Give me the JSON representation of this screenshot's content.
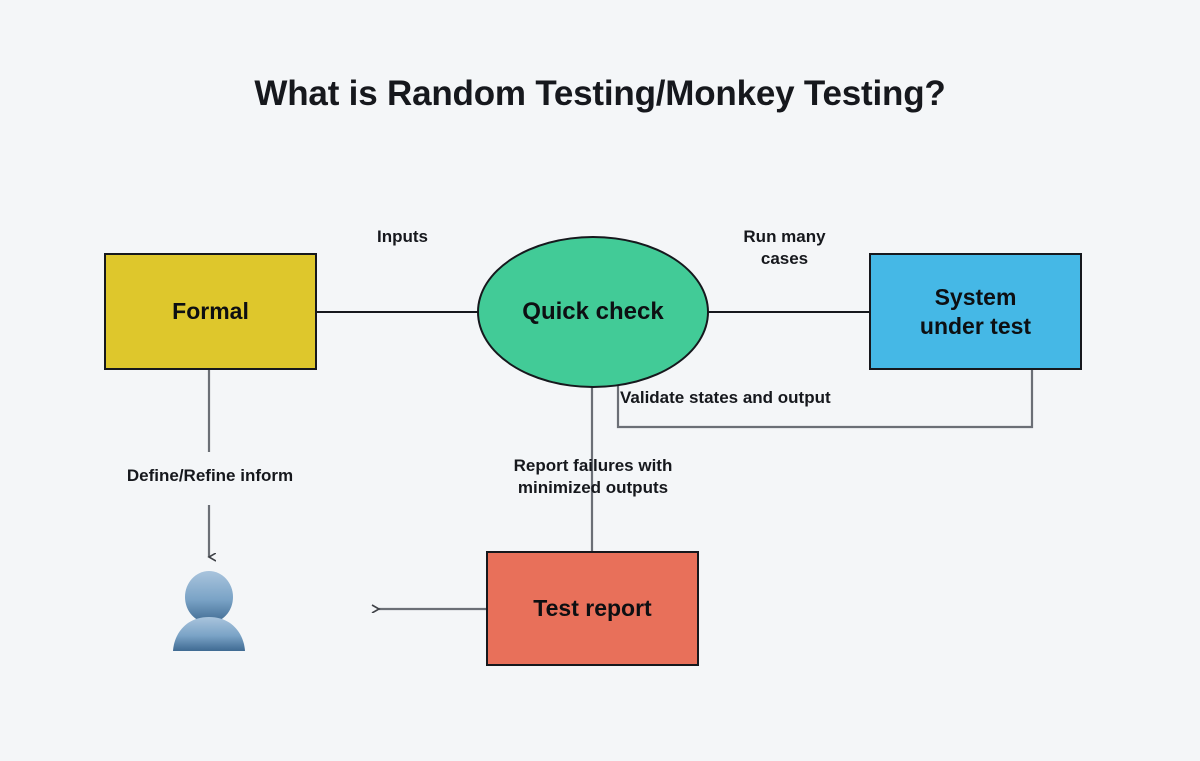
{
  "page": {
    "title": "What is Random Testing/Monkey Testing?",
    "background_color": "#f4f6f8"
  },
  "nodes": [
    {
      "id": "formal",
      "label": "Formal",
      "shape": "rectangle",
      "fill": "#DEC72C",
      "stroke": "#16181d"
    },
    {
      "id": "quick_check",
      "label": "Quick check",
      "shape": "ellipse",
      "fill": "#42CB97",
      "stroke": "#16181d"
    },
    {
      "id": "sut",
      "label": "System\nunder test",
      "shape": "rectangle",
      "fill": "#45B8E6",
      "stroke": "#16181d"
    },
    {
      "id": "test_report",
      "label": "Test report",
      "shape": "rectangle",
      "fill": "#E8705A",
      "stroke": "#16181d"
    },
    {
      "id": "person",
      "label": "",
      "shape": "avatar",
      "fill": "#6E9AC4",
      "stroke": "none"
    }
  ],
  "edges": [
    {
      "id": "formal_to_quick_check",
      "from": "formal",
      "to": "quick_check",
      "label": "Inputs",
      "arrow": false
    },
    {
      "id": "quick_check_to_sut",
      "from": "quick_check",
      "to": "sut",
      "label": "Run many\ncases",
      "arrow": false
    },
    {
      "id": "sut_to_quick_check",
      "from": "sut",
      "to": "quick_check",
      "label": "Validate states and output",
      "arrow": false
    },
    {
      "id": "quick_check_to_report",
      "from": "quick_check",
      "to": "test_report",
      "label": "Report failures with\nminimized outputs",
      "arrow": false
    },
    {
      "id": "formal_to_person",
      "from": "formal",
      "to": "person",
      "label": "Define/Refine inform",
      "arrow": true
    },
    {
      "id": "report_to_left",
      "from": "test_report",
      "to": "",
      "label": "",
      "arrow": true
    }
  ],
  "labels": {
    "inputs": "Inputs",
    "run_many_cases": "Run many\ncases",
    "validate": "Validate states and output",
    "define_refine": "Define/Refine inform",
    "report_failures": "Report failures with\nminimized outputs"
  },
  "node_labels": {
    "formal": "Formal",
    "quick_check": "Quick check",
    "system_under_test": "System\nunder test",
    "test_report": "Test report"
  },
  "colors": {
    "yellow": "#DEC72C",
    "green": "#42CB97",
    "blue": "#45B8E6",
    "red": "#E8705A",
    "line": "#6b6f76",
    "node_border": "#16181d",
    "text": "#16181d",
    "background": "#f4f6f8"
  }
}
